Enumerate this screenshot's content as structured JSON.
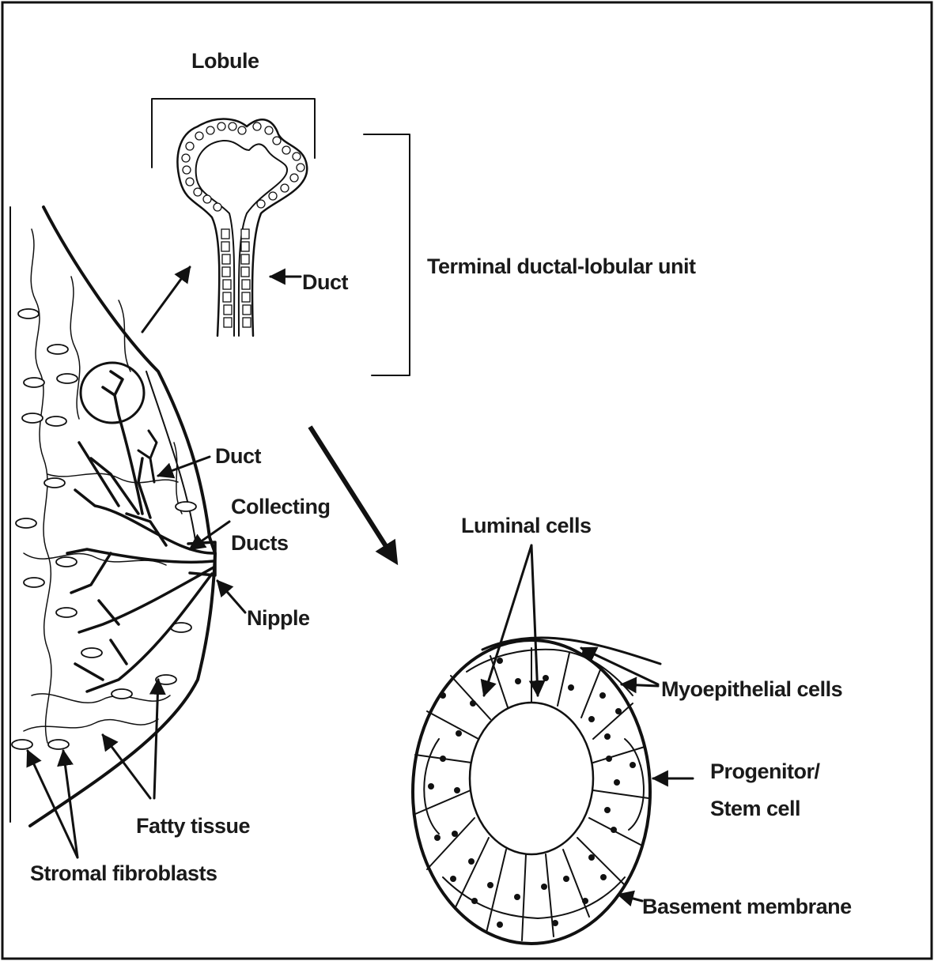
{
  "labels": {
    "lobule": "Lobule",
    "duct_top": "Duct",
    "tdlu": "Terminal ductal-lobular  unit",
    "duct_breast": "Duct",
    "collecting_1": "Collecting",
    "collecting_2": "Ducts",
    "nipple": "Nipple",
    "fatty": "Fatty tissue",
    "stromal": "Stromal fibroblasts",
    "luminal": "Luminal cells",
    "myoepithelial": "Myoepithelial cells",
    "progenitor_1": "Progenitor/",
    "progenitor_2": "Stem cell",
    "basement": "Basement membrane"
  },
  "colors": {
    "ink": "#111111",
    "background": "#ffffff"
  }
}
